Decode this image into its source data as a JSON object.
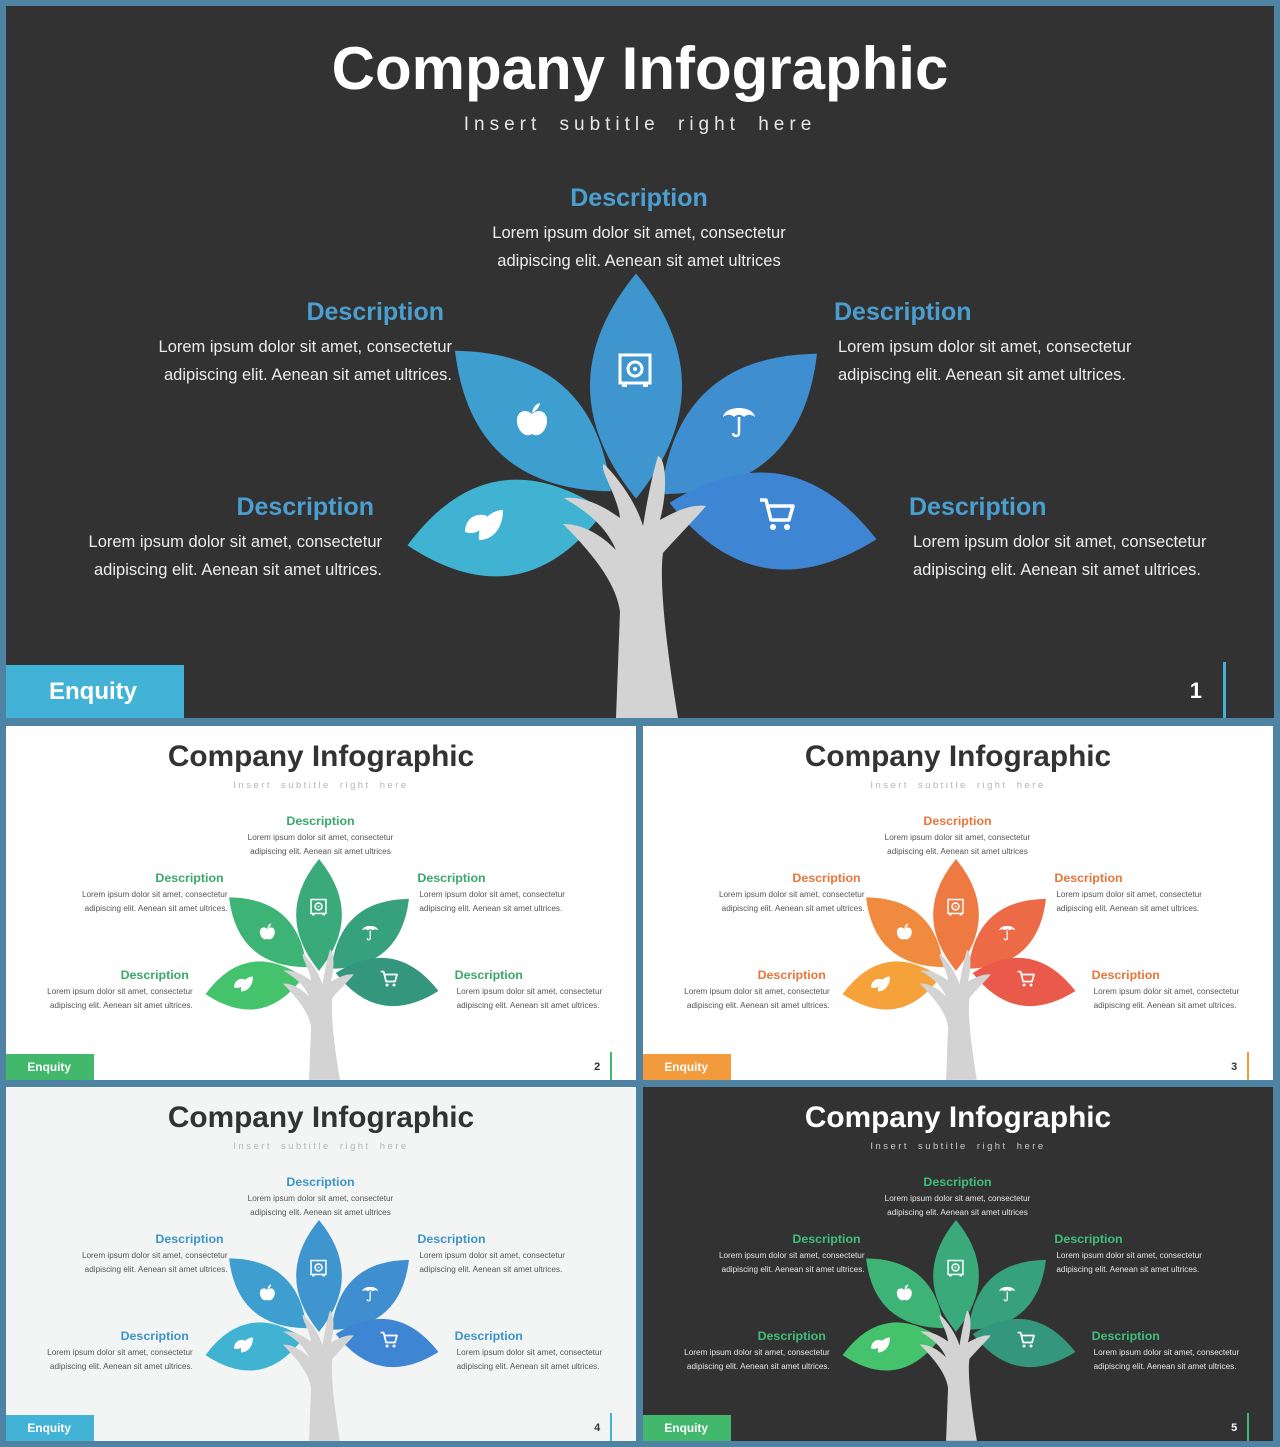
{
  "slides": [
    {
      "number": "1",
      "title": "Company Infographic",
      "subtitle": "Insert subtitle right here",
      "brand": "Enquity",
      "theme": {
        "background": "#323232",
        "title_color": "#ffffff",
        "subtitle_color": "#e6e6e6",
        "heading_color": "#4a9fd0",
        "text_color": "#ececec",
        "brand_bg": "#42b3d6",
        "pnum_color": "#ffffff",
        "pline_color": "#42b3d6",
        "trunk_color": "#d3d3d3",
        "petals": [
          "#40b3d3",
          "#3e9ecf",
          "#3f96cf",
          "#3f8fd0",
          "#3e86d3"
        ]
      },
      "descriptions": [
        {
          "heading": "Description",
          "text": "Lorem ipsum dolor sit amet, consectetur adipiscing elit. Aenean sit amet ultrices"
        },
        {
          "heading": "Description",
          "text": "Lorem ipsum dolor sit amet, consectetur adipiscing elit. Aenean sit amet ultrices."
        },
        {
          "heading": "Description",
          "text": "Lorem ipsum dolor sit amet, consectetur adipiscing elit. Aenean sit amet ultrices."
        },
        {
          "heading": "Description",
          "text": "Lorem ipsum dolor sit amet, consectetur adipiscing elit. Aenean sit amet ultrices."
        },
        {
          "heading": "Description",
          "text": "Lorem ipsum dolor sit amet, consectetur adipiscing elit. Aenean sit amet ultrices."
        }
      ]
    },
    {
      "number": "2",
      "title": "Company Infographic",
      "subtitle": "Insert subtitle right here",
      "brand": "Enquity",
      "theme": {
        "background": "#ffffff",
        "title_color": "#333333",
        "subtitle_color": "#b5b5b5",
        "heading_color": "#3aa86a",
        "text_color": "#555555",
        "brand_bg": "#42b86c",
        "pnum_color": "#333333",
        "pline_color": "#42b86c",
        "trunk_color": "#d3d3d3",
        "petals": [
          "#45c26c",
          "#3db475",
          "#3aaa7a",
          "#37a07d",
          "#34967d"
        ]
      },
      "descriptions": [
        {
          "heading": "Description",
          "text": "Lorem ipsum dolor sit amet, consectetur adipiscing elit. Aenean sit amet ultrices"
        },
        {
          "heading": "Description",
          "text": "Lorem ipsum dolor sit amet, consectetur adipiscing elit. Aenean sit amet ultrices."
        },
        {
          "heading": "Description",
          "text": "Lorem ipsum dolor sit amet, consectetur adipiscing elit. Aenean sit amet ultrices."
        },
        {
          "heading": "Description",
          "text": "Lorem ipsum dolor sit amet, consectetur adipiscing elit. Aenean sit amet ultrices."
        },
        {
          "heading": "Description",
          "text": "Lorem ipsum dolor sit amet, consectetur adipiscing elit. Aenean sit amet ultrices."
        }
      ]
    },
    {
      "number": "3",
      "title": "Company Infographic",
      "subtitle": "Insert subtitle right here",
      "brand": "Enquity",
      "theme": {
        "background": "#ffffff",
        "title_color": "#333333",
        "subtitle_color": "#b5b5b5",
        "heading_color": "#e8753a",
        "text_color": "#555555",
        "brand_bg": "#f39a3c",
        "pnum_color": "#333333",
        "pline_color": "#f39a3c",
        "trunk_color": "#d3d3d3",
        "petals": [
          "#f5a23a",
          "#f08a3e",
          "#ee7a42",
          "#ec6a46",
          "#ea5a4a"
        ]
      },
      "descriptions": [
        {
          "heading": "Description",
          "text": "Lorem ipsum dolor sit amet, consectetur adipiscing elit. Aenean sit amet ultrices"
        },
        {
          "heading": "Description",
          "text": "Lorem ipsum dolor sit amet, consectetur adipiscing elit. Aenean sit amet ultrices."
        },
        {
          "heading": "Description",
          "text": "Lorem ipsum dolor sit amet, consectetur adipiscing elit. Aenean sit amet ultrices."
        },
        {
          "heading": "Description",
          "text": "Lorem ipsum dolor sit amet, consectetur adipiscing elit. Aenean sit amet ultrices."
        },
        {
          "heading": "Description",
          "text": "Lorem ipsum dolor sit amet, consectetur adipiscing elit. Aenean sit amet ultrices."
        }
      ]
    },
    {
      "number": "4",
      "title": "Company Infographic",
      "subtitle": "Insert subtitle right here",
      "brand": "Enquity",
      "theme": {
        "background": "#f3f5f5",
        "title_color": "#333333",
        "subtitle_color": "#b5b5b5",
        "heading_color": "#3d94c9",
        "text_color": "#555555",
        "brand_bg": "#42b3d6",
        "pnum_color": "#333333",
        "pline_color": "#42b3d6",
        "trunk_color": "#d3d3d3",
        "petals": [
          "#40b3d3",
          "#3e9ecf",
          "#3f96cf",
          "#3f8fd0",
          "#3e86d3"
        ]
      },
      "descriptions": [
        {
          "heading": "Description",
          "text": "Lorem ipsum dolor sit amet, consectetur adipiscing elit. Aenean sit amet ultrices"
        },
        {
          "heading": "Description",
          "text": "Lorem ipsum dolor sit amet, consectetur adipiscing elit. Aenean sit amet ultrices."
        },
        {
          "heading": "Description",
          "text": "Lorem ipsum dolor sit amet, consectetur adipiscing elit. Aenean sit amet ultrices."
        },
        {
          "heading": "Description",
          "text": "Lorem ipsum dolor sit amet, consectetur adipiscing elit. Aenean sit amet ultrices."
        },
        {
          "heading": "Description",
          "text": "Lorem ipsum dolor sit amet, consectetur adipiscing elit. Aenean sit amet ultrices."
        }
      ]
    },
    {
      "number": "5",
      "title": "Company Infographic",
      "subtitle": "Insert subtitle right here",
      "brand": "Enquity",
      "theme": {
        "background": "#323232",
        "title_color": "#ffffff",
        "subtitle_color": "#cccccc",
        "heading_color": "#3fbf7a",
        "text_color": "#e6e6e6",
        "brand_bg": "#42b86c",
        "pnum_color": "#ffffff",
        "pline_color": "#42b86c",
        "trunk_color": "#d3d3d3",
        "petals": [
          "#45c26c",
          "#3db475",
          "#3aaa7a",
          "#37a07d",
          "#34967d"
        ]
      },
      "descriptions": [
        {
          "heading": "Description",
          "text": "Lorem ipsum dolor sit amet, consectetur adipiscing elit. Aenean sit amet ultrices"
        },
        {
          "heading": "Description",
          "text": "Lorem ipsum dolor sit amet, consectetur adipiscing elit. Aenean sit amet ultrices."
        },
        {
          "heading": "Description",
          "text": "Lorem ipsum dolor sit amet, consectetur adipiscing elit. Aenean sit amet ultrices."
        },
        {
          "heading": "Description",
          "text": "Lorem ipsum dolor sit amet, consectetur adipiscing elit. Aenean sit amet ultrices."
        },
        {
          "heading": "Description",
          "text": "Lorem ipsum dolor sit amet, consectetur adipiscing elit. Aenean sit amet ultrices."
        }
      ]
    }
  ],
  "icons": [
    "leaf-icon",
    "apple-icon",
    "safe-icon",
    "umbrella-icon",
    "cart-icon"
  ]
}
